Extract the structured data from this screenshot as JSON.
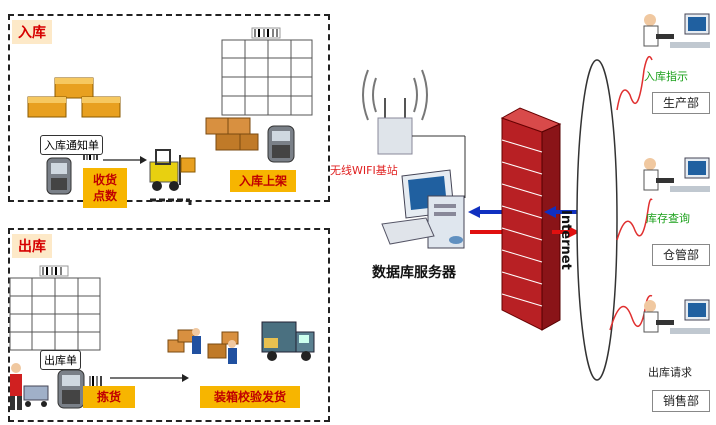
{
  "inbound": {
    "title": "入库",
    "doc_label": "入库通知单",
    "receive_label_1": "收货",
    "receive_label_2": "点数",
    "shelve_label": "入库上架"
  },
  "outbound": {
    "title": "出库",
    "doc_label": "出库单",
    "pick_label": "拣货",
    "ship_label": "装箱校验发货"
  },
  "network": {
    "wifi_label": "无线WIFI基站",
    "server_label": "数据库服务器",
    "internet_label": "Internet"
  },
  "departments": [
    {
      "tag": "入库指示",
      "name": "生产部"
    },
    {
      "tag": "库存查询",
      "name": "仓管部"
    },
    {
      "tag": "出库请求",
      "name": "销售部"
    }
  ],
  "colors": {
    "panel_border": "#222222",
    "label_bg": "#f7b500",
    "label_text": "#c00000",
    "firewall": "#c0262c",
    "arrow_blue": "#1030c0",
    "arrow_red": "#e01010",
    "dept_tag_green": "#1aa01a"
  }
}
